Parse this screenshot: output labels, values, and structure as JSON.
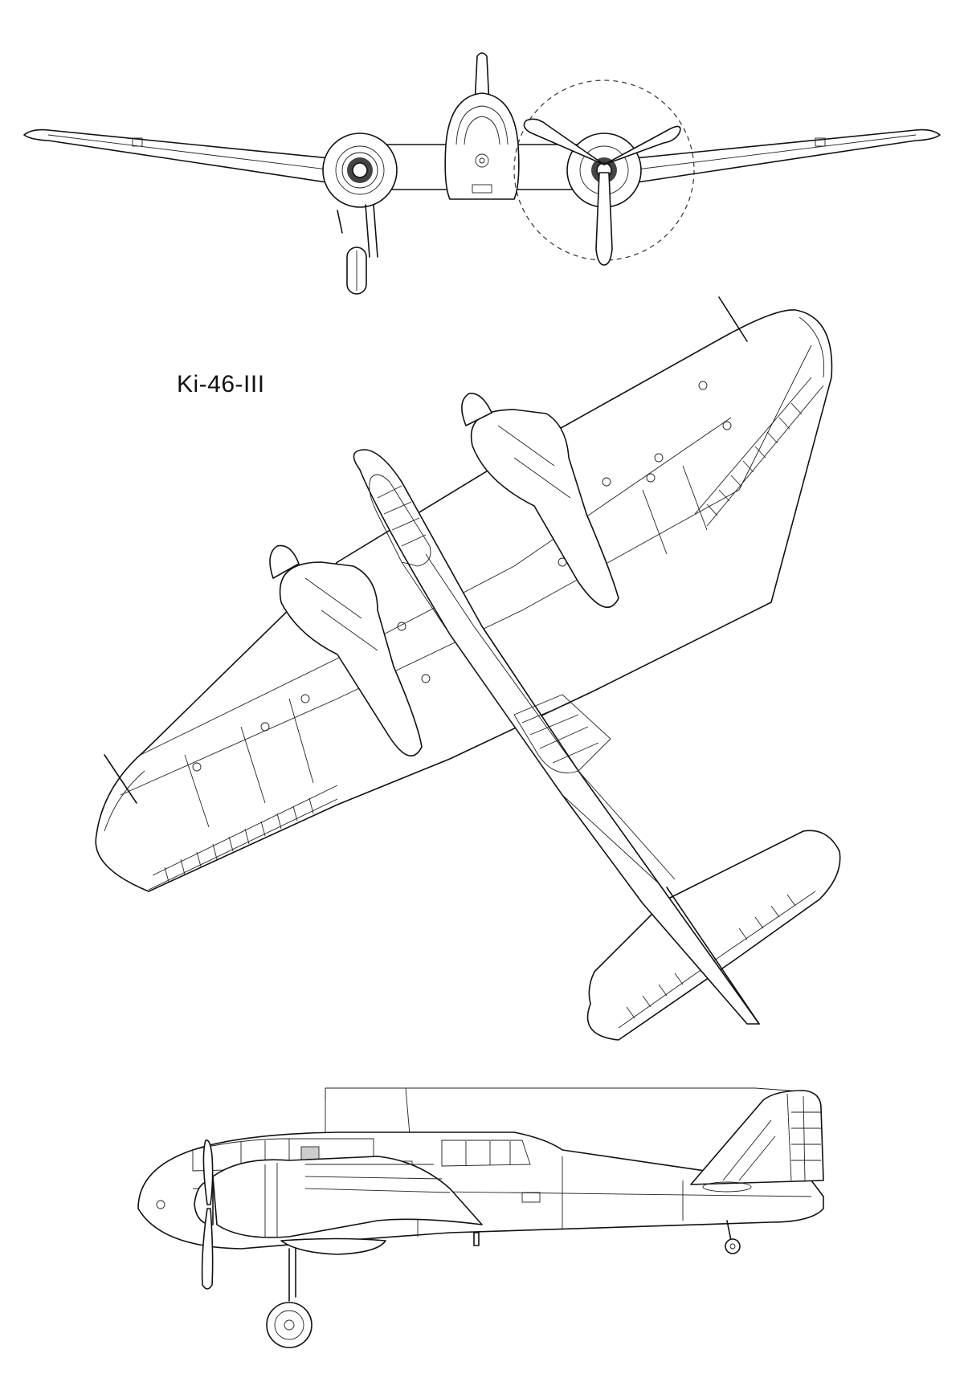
{
  "diagram": {
    "title": "Ki-46-III",
    "views": [
      "front-view",
      "top-view",
      "side-view"
    ],
    "colors": {
      "line": "#111111",
      "background": "#ffffff"
    }
  }
}
